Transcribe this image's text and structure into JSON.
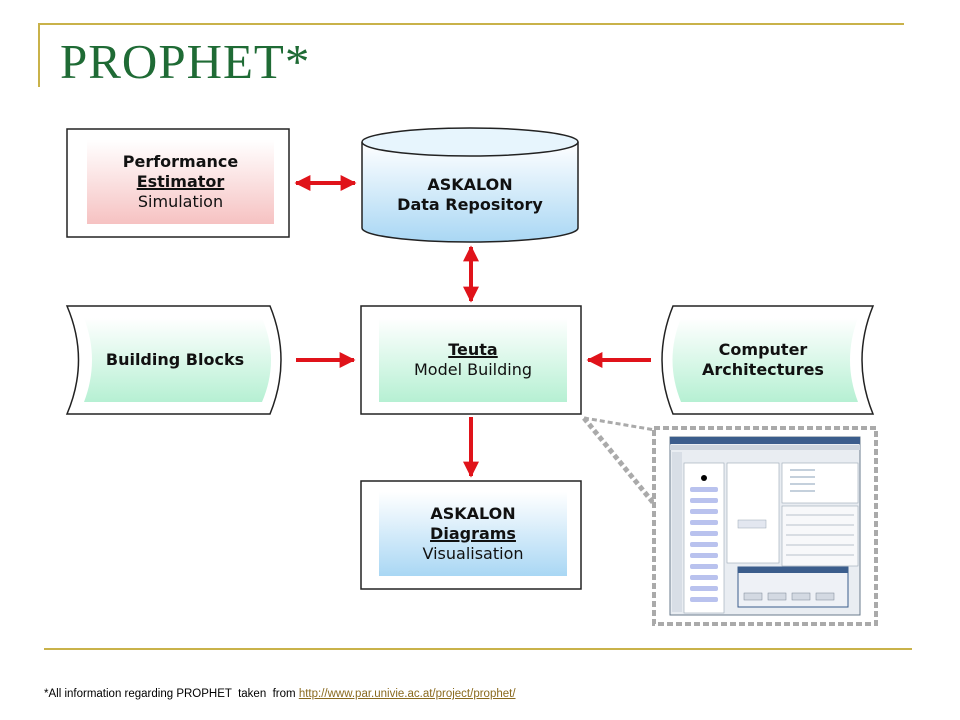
{
  "slide": {
    "title": "PROPHET*"
  },
  "diagram": {
    "performance": {
      "line1": "Performance",
      "line2": "Estimator",
      "line3": "Simulation"
    },
    "repository": {
      "line1": "ASKALON",
      "line2": "Data Repository"
    },
    "building_blocks": {
      "label": "Building Blocks"
    },
    "teuta": {
      "line1": "Teuta",
      "line2": "Model Building"
    },
    "computer_arch": {
      "line1": "Computer",
      "line2": "Architectures"
    },
    "diagrams": {
      "line1": "ASKALON",
      "line2": "Diagrams",
      "line3": "Visualisation"
    }
  },
  "footnote": {
    "text": "*All information regarding PROPHET  taken  from ",
    "link": "http://www.par.univie.ac.at/project/prophet/"
  },
  "colors": {
    "accent_rule": "#c9b24a",
    "title": "#1f6b35",
    "arrow": "#e0131a",
    "link": "#8a6a1f"
  }
}
